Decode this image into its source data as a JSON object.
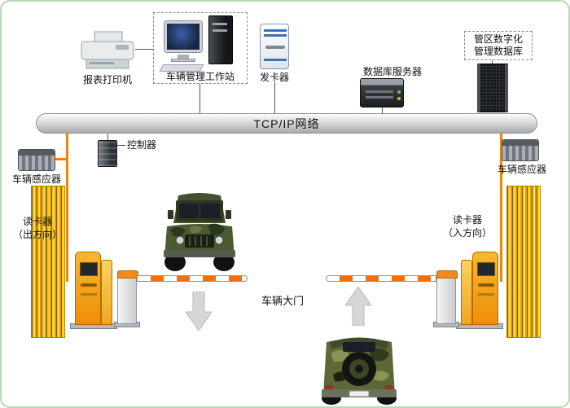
{
  "network": {
    "label": "TCP/IP网络"
  },
  "devices": {
    "printer": {
      "label": "报表打印机"
    },
    "workstation": {
      "label": "车辆管理工作站"
    },
    "card_issuer": {
      "label": "发卡器"
    },
    "db_server": {
      "label": "数据库服务器"
    },
    "district_db": {
      "line1": "管区数字化",
      "line2": "管理数据库"
    },
    "controller": {
      "label": "控制器"
    },
    "sensor_left": {
      "label": "车辆感应器"
    },
    "sensor_right": {
      "label": "车辆感应器"
    }
  },
  "gate": {
    "reader_exit_title": "读卡器",
    "reader_exit_direction": "（出方向）",
    "reader_entry_title": "读卡器",
    "reader_entry_direction": "（入方向）",
    "gate_label": "车辆大门"
  },
  "colors": {
    "canvas_border": "#b5d9b5",
    "orange_line": "#ef8408",
    "wall_yellow": "#f7c71f",
    "barrier_stripe": "#f07010",
    "arrow_gray": "#d6d6d6",
    "network_bar_gray": "#d2d2d2"
  }
}
